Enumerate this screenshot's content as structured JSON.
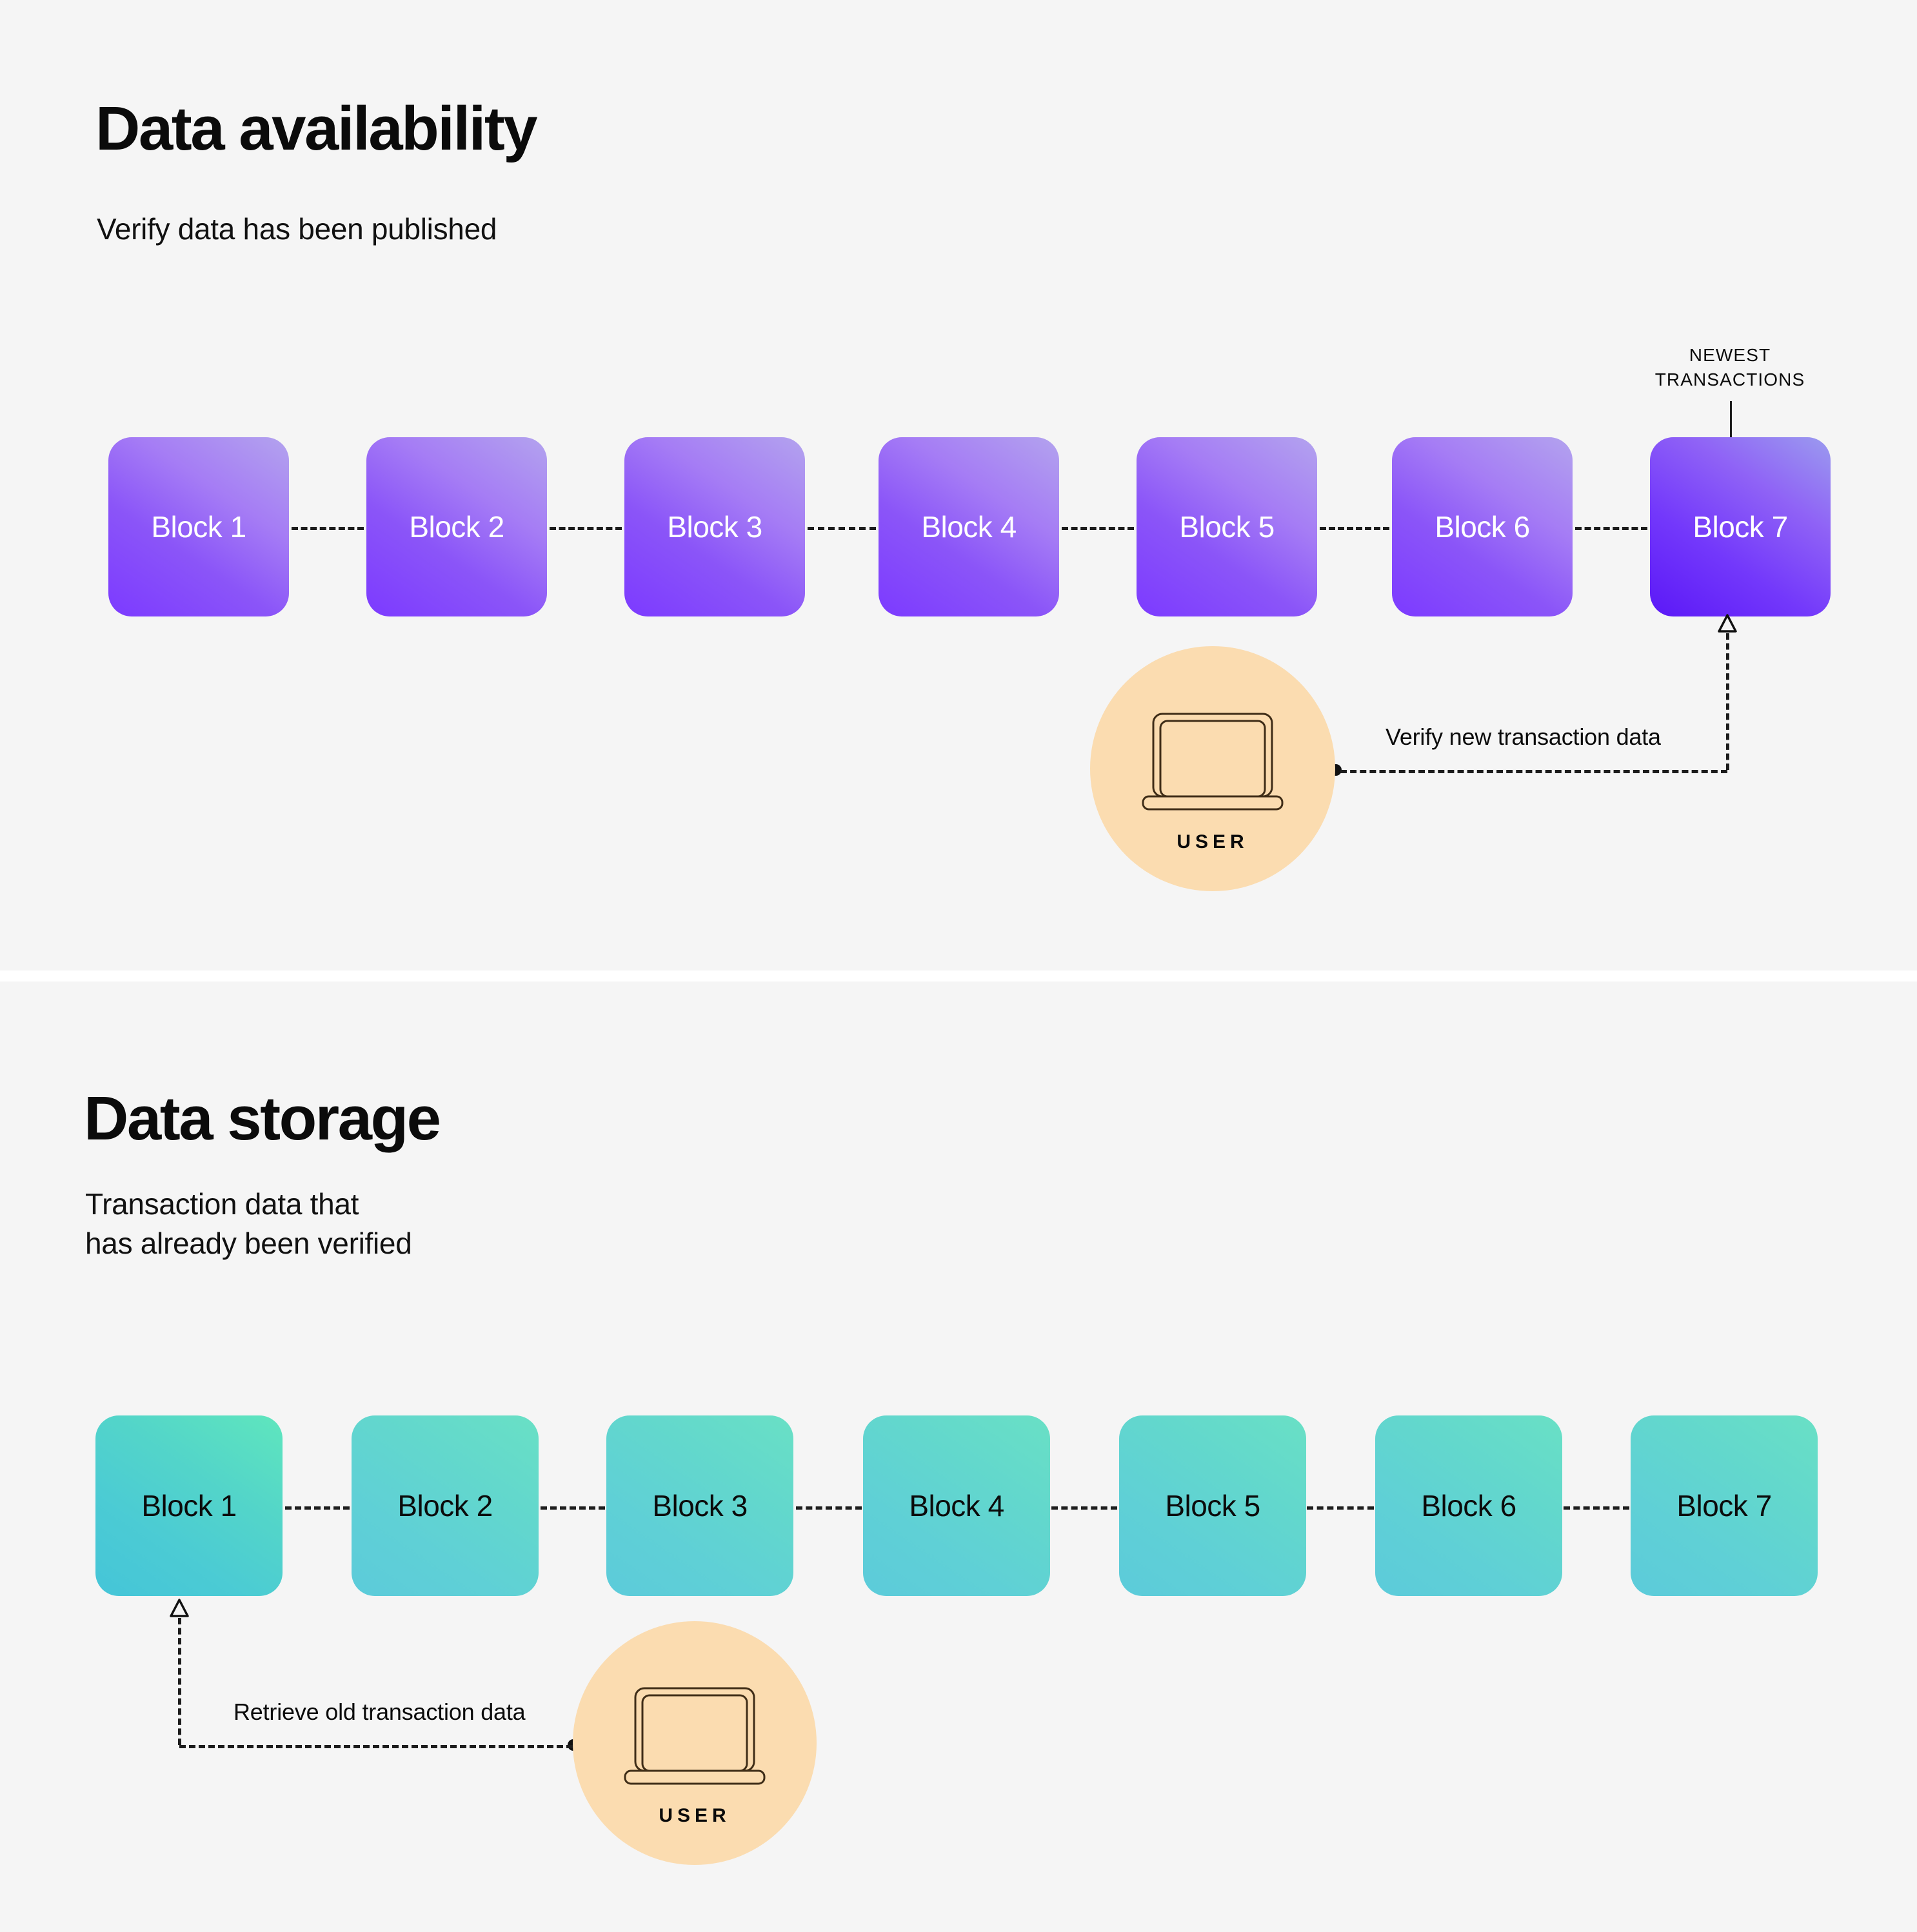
{
  "sections": [
    {
      "id": "data-availability",
      "title": "Data availability",
      "subtitle": "Verify data has been published",
      "blocks": [
        {
          "label": "Block 1"
        },
        {
          "label": "Block 2"
        },
        {
          "label": "Block 3"
        },
        {
          "label": "Block 4"
        },
        {
          "label": "Block 5"
        },
        {
          "label": "Block 6"
        },
        {
          "label": "Block 7"
        }
      ],
      "callout": "NEWEST\nTRANSACTIONS",
      "annotation": "Verify new transaction data",
      "user_label": "USER",
      "block_color_start": "#7c3aff",
      "block_color_end": "#b3a3ee",
      "newest_color_start": "#5b18f7"
    },
    {
      "id": "data-storage",
      "title": "Data storage",
      "subtitle": "Transaction data that\nhas already been verified",
      "blocks": [
        {
          "label": "Block 1"
        },
        {
          "label": "Block 2"
        },
        {
          "label": "Block 3"
        },
        {
          "label": "Block 4"
        },
        {
          "label": "Block 5"
        },
        {
          "label": "Block 6"
        },
        {
          "label": "Block 7"
        }
      ],
      "annotation": "Retrieve old transaction data",
      "user_label": "USER",
      "block_color_start": "#45c5d8",
      "block_color_end": "#5fe6bd"
    }
  ],
  "colors": {
    "background": "#f5f5f5",
    "divider": "#ffffff",
    "user_circle": "#fbdcb0",
    "laptop_stroke": "#3f2d17",
    "connector": "#1d1d1d",
    "text": "#0b0b0b"
  }
}
